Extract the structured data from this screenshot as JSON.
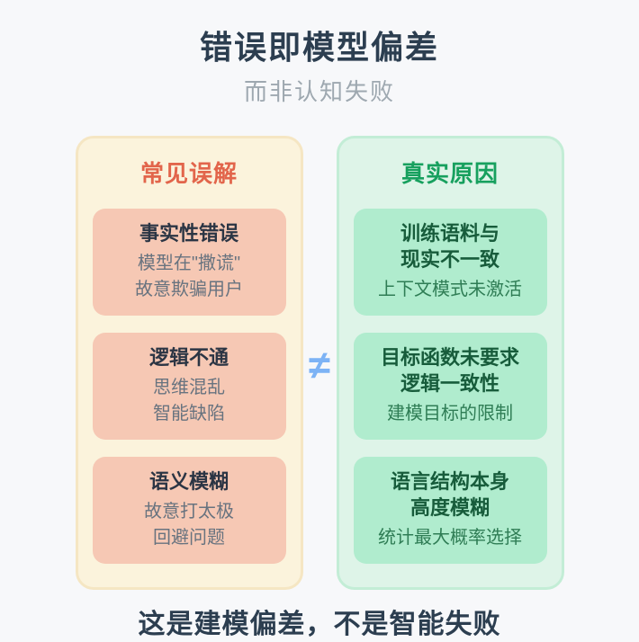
{
  "header": {
    "title": "错误即模型偏差",
    "subtitle": "而非认知失败"
  },
  "comparison": {
    "not_equal": "≠"
  },
  "misconceptions": {
    "header": "常见误解",
    "items": [
      {
        "title": "事实性错误",
        "lines": [
          "模型在\"撒谎\"",
          "故意欺骗用户"
        ]
      },
      {
        "title": "逻辑不通",
        "lines": [
          "思维混乱",
          "智能缺陷"
        ]
      },
      {
        "title": "语义模糊",
        "lines": [
          "故意打太极",
          "回避问题"
        ]
      }
    ]
  },
  "reasons": {
    "header": "真实原因",
    "items": [
      {
        "title_lines": [
          "训练语料与",
          "现实不一致"
        ],
        "lines": [
          "上下文模式未激活"
        ]
      },
      {
        "title_lines": [
          "目标函数未要求",
          "逻辑一致性"
        ],
        "lines": [
          "建模目标的限制"
        ]
      },
      {
        "title_lines": [
          "语言结构本身",
          "高度模糊"
        ],
        "lines": [
          "统计最大概率选择"
        ]
      }
    ]
  },
  "footer": {
    "text": "这是建模偏差，不是智能失败"
  },
  "colors": {
    "page_background": "#f7f8fa",
    "title_text": "#2c3e50",
    "subtitle_text": "#9ea8b0",
    "misconception_card_bg": "#fbf3dc",
    "misconception_card_border": "#f5e6c3",
    "misconception_header": "#e2654b",
    "misconception_item_bg": "#f6c8b4",
    "misconception_item_title": "#2b3544",
    "misconception_item_text": "#68737f",
    "reason_card_bg": "#def4e8",
    "reason_card_border": "#c3edd6",
    "reason_header": "#17a05e",
    "reason_item_bg": "#b0ecce",
    "reason_item_title": "#175c3b",
    "reason_item_text": "#2f7d55",
    "not_equal_symbol": "#7db3f5"
  }
}
